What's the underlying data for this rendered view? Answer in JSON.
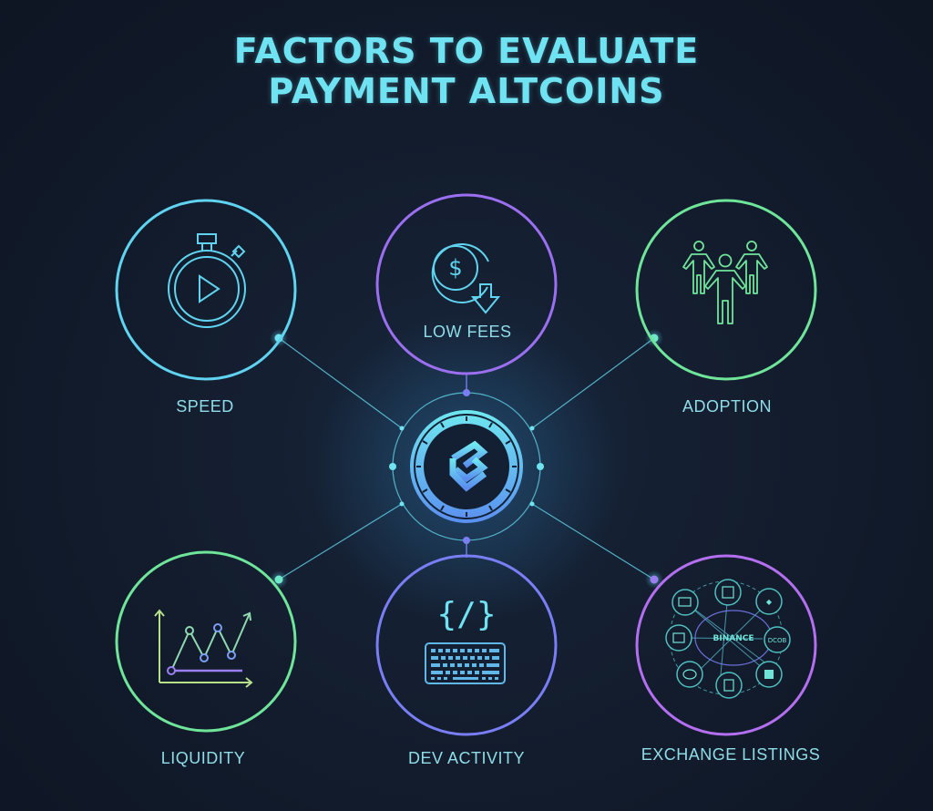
{
  "title": {
    "line1": "FACTORS TO EVALUATE",
    "line2": "PAYMENT ALTCOINS"
  },
  "hub": {
    "icon": "coin-logo-icon",
    "color_top": "#6fe8f0",
    "color_bottom": "#5a8ff0"
  },
  "factors": [
    {
      "id": "speed",
      "label": "SPEED",
      "icon": "stopwatch-icon",
      "ring_color": "#5fd3ef"
    },
    {
      "id": "low-fees",
      "label": "LOW FEES",
      "icon": "dollar-coin-down-arrow-icon",
      "ring_color": "#9b6ff0"
    },
    {
      "id": "adoption",
      "label": "ADOPTION",
      "icon": "people-group-icon",
      "ring_color": "#6fe59a"
    },
    {
      "id": "liquidity",
      "label": "LIQUIDITY",
      "icon": "line-chart-icon",
      "ring_color": "#6fe59a"
    },
    {
      "id": "dev-activity",
      "label": "DEV ACTIVITY",
      "icon": "code-keyboard-icon",
      "ring_color": "#7a7ef5"
    },
    {
      "id": "exchange-listings",
      "label": "EXCHANGE LISTINGS",
      "icon": "exchange-network-icon",
      "ring_color": "#b46ff0"
    }
  ],
  "exchange_network": {
    "center_text": "BINANCE",
    "node_text": [
      "DCOB"
    ]
  },
  "colors": {
    "background": "#131d2e",
    "title": "#6fe3f2",
    "label": "#8fdde8",
    "connector": "#5fc9e0"
  }
}
